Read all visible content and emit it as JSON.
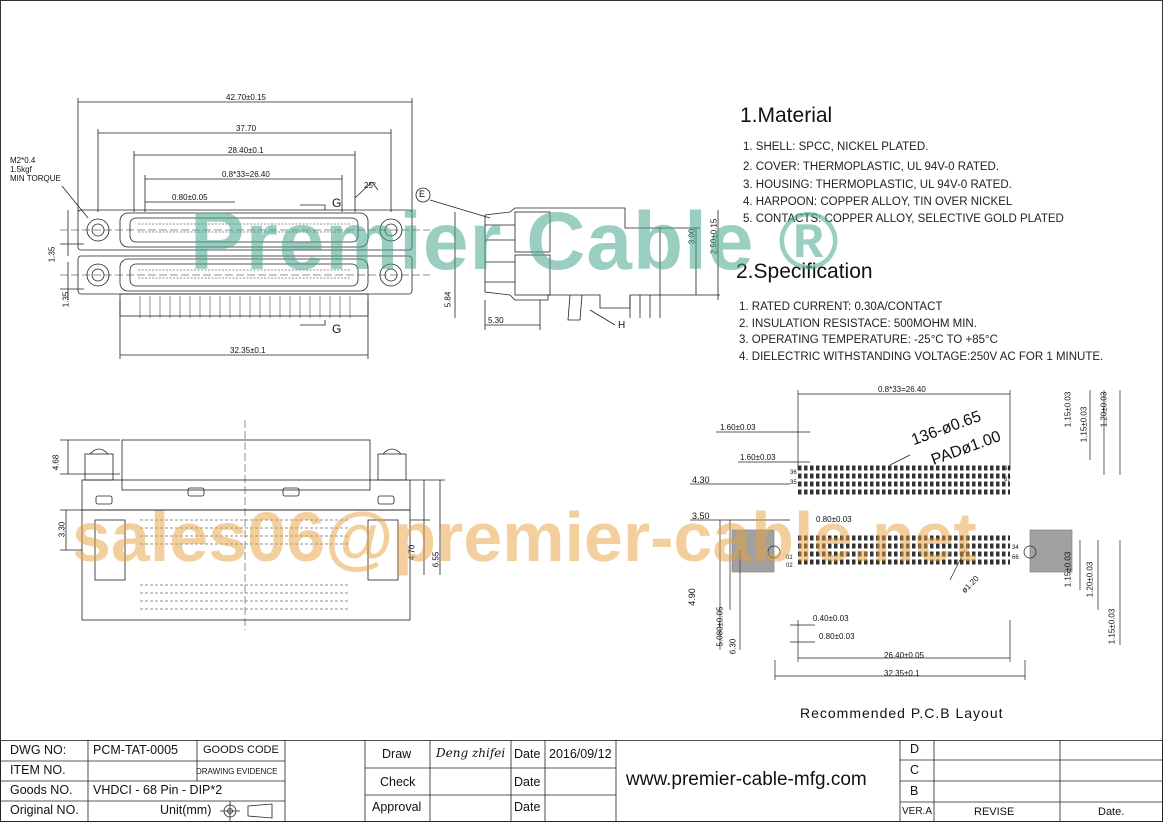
{
  "material": {
    "title": "1.Material",
    "items": [
      "1. SHELL: SPCC, NICKEL PLATED.",
      "2. COVER: THERMOPLASTIC, UL 94V-0 RATED.",
      "3. HOUSING: THERMOPLASTIC, UL 94V-0 RATED.",
      "4. HARPOON: COPPER ALLOY, TIN OVER NICKEL",
      "5. CONTACTS: COPPER ALLOY, SELECTIVE GOLD PLATED"
    ]
  },
  "specification": {
    "title": "2.Specification",
    "items": [
      "1. RATED CURRENT: 0.30A/CONTACT",
      "2. INSULATION RESISTACE: 500MOHM MIN.",
      "3. OPERATING TEMPERATURE: -25°C TO +85°C",
      "4. DIELECTRIC WITHSTANDING VOLTAGE:250V AC FOR 1 MINUTE."
    ]
  },
  "watermarks": {
    "brand": "Premier Cable ®",
    "email": "sales06@premier-cable.net"
  },
  "drawing": {
    "torque_note": [
      "M2*0.4",
      "1.5kgf",
      "MIN TORQUE"
    ],
    "dims_front": [
      "42.70±0.15",
      "37.70",
      "28.40±0.1",
      "0.8*33=26.40",
      "0.80±0.05",
      "32.35±0.1",
      "1.35",
      "1.35",
      "25°"
    ],
    "dims_side": [
      "3.00",
      "2.50±0.15",
      "5.84",
      "5.30"
    ],
    "dims_bottom": [
      "4.68",
      "3.30",
      "4.70",
      "6.55"
    ],
    "dims_pcb": [
      "0.8*33=26.40",
      "1.60±0.03",
      "1.60±0.03",
      "4.30",
      "3.50",
      "0.80±0.03",
      "4.90",
      "5.080±0.05",
      "6.30",
      "0.40±0.03",
      "0.80±0.03",
      "26.40±0.05",
      "32.35±0.1",
      "1.15±0.03",
      "1.15±0.03",
      "1.20±0.03",
      "1.15±0.03",
      "1.20±0.03",
      "1.15±0.03",
      "ø1.20"
    ],
    "labels": {
      "g_top": "G",
      "g_bottom": "G",
      "e": "E",
      "h": "H",
      "pcb_holes": "136-ø0.65",
      "pcb_pad": "PADø1.00"
    },
    "pin_numbers": {
      "n68_top": "68",
      "n35": "35",
      "n34": "34",
      "n01": "01",
      "n36": "36",
      "n67": "67",
      "n02": "02",
      "n66": "66"
    }
  },
  "caption": "Recommended P.C.B Layout",
  "title_block": {
    "dwg_no_label": "DWG NO:",
    "dwg_no": "PCM-TAT-0005",
    "goods_code": "GOODS CODE",
    "item_no_label": "ITEM NO.",
    "drawing_evidence": "DRAWING EVIDENCE",
    "goods_no_label": "Goods NO.",
    "goods_no": "VHDCI - 68 Pin - DIP*2",
    "original_no_label": "Original NO.",
    "unit": "Unit(mm)",
    "draw_label": "Draw",
    "draw_name": "Deng zhifei",
    "date_label": "Date",
    "date_value": "2016/09/12",
    "check_label": "Check",
    "check_date_label": "Date",
    "approval_label": "Approval",
    "approval_date_label": "Date",
    "url": "www.premier-cable-mfg.com",
    "rev_d": "D",
    "rev_c": "C",
    "rev_b": "B",
    "ver": "VER.A",
    "revise": "REVISE",
    "rev_date": "Date."
  }
}
